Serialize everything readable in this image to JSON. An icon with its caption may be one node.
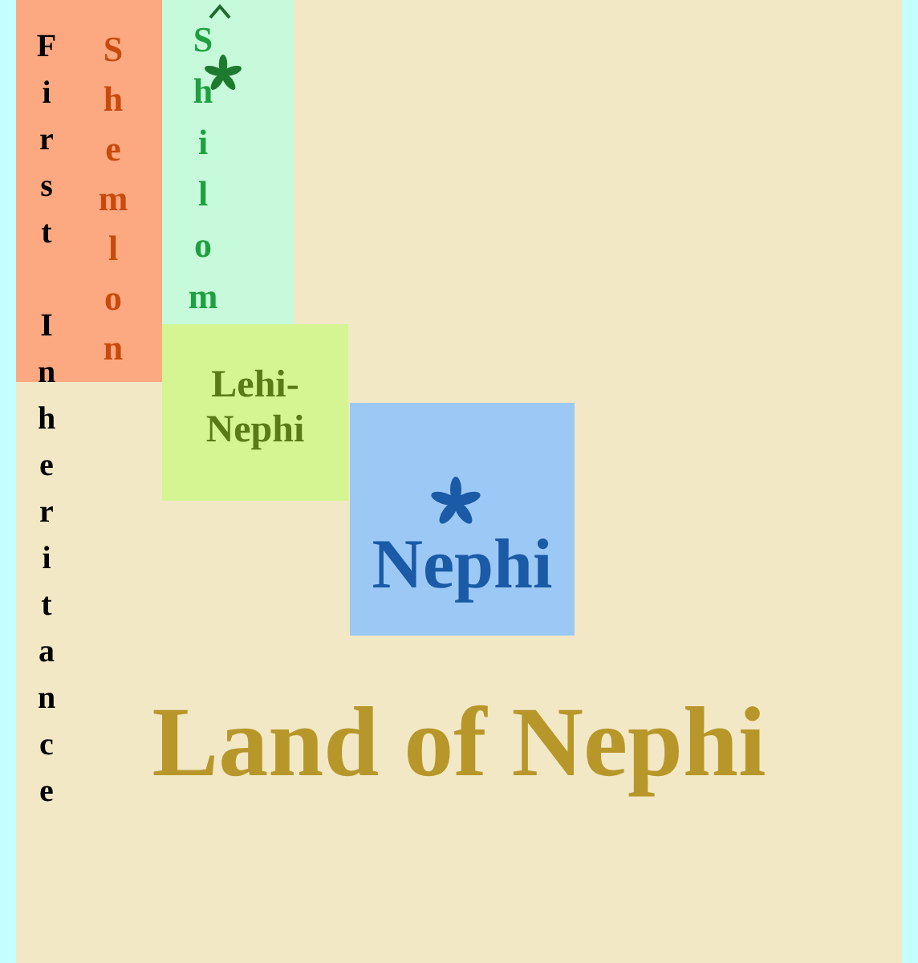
{
  "diagram": {
    "nodes": [
      {
        "text": [
          "Land of Nephi"
        ]
      },
      {
        "text": [
          "Shemlon"
        ],
        "in": 0
      },
      {
        "text": [
          "Shilom"
        ],
        "in": 0
      },
      {
        "text": [
          "Lehi-Nephi"
        ],
        "in": 0
      },
      {
        "text": [
          "Nephi"
        ],
        "in": 0
      }
    ],
    "labels": [
      "First Inheritance"
    ]
  }
}
